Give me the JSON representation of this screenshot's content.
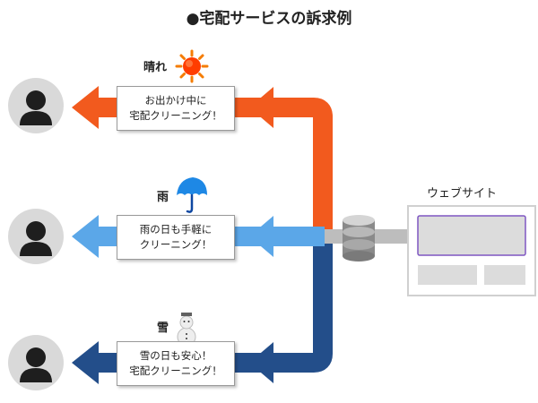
{
  "title": "●宅配サービスの訴求例",
  "colors": {
    "sunny": "#f25a1e",
    "rainy": "#5ba7e8",
    "snowy": "#234e8a",
    "server_link": "#bdbdbd"
  },
  "rows": [
    {
      "weather_label": "晴れ",
      "weather_icon": "sun-icon",
      "message_line1": "お出かけ中に",
      "message_line2": "宅配クリーニング！"
    },
    {
      "weather_label": "雨",
      "weather_icon": "umbrella-icon",
      "message_line1": "雨の日も手軽に",
      "message_line2": "クリーニング！"
    },
    {
      "weather_label": "雪",
      "weather_icon": "snowman-icon",
      "message_line1": "雪の日も安心！",
      "message_line2": "宅配クリーニング！"
    }
  ],
  "website": {
    "label": "ウェブサイト"
  },
  "server_icon": "database-icon",
  "person_icon": "person-icon"
}
